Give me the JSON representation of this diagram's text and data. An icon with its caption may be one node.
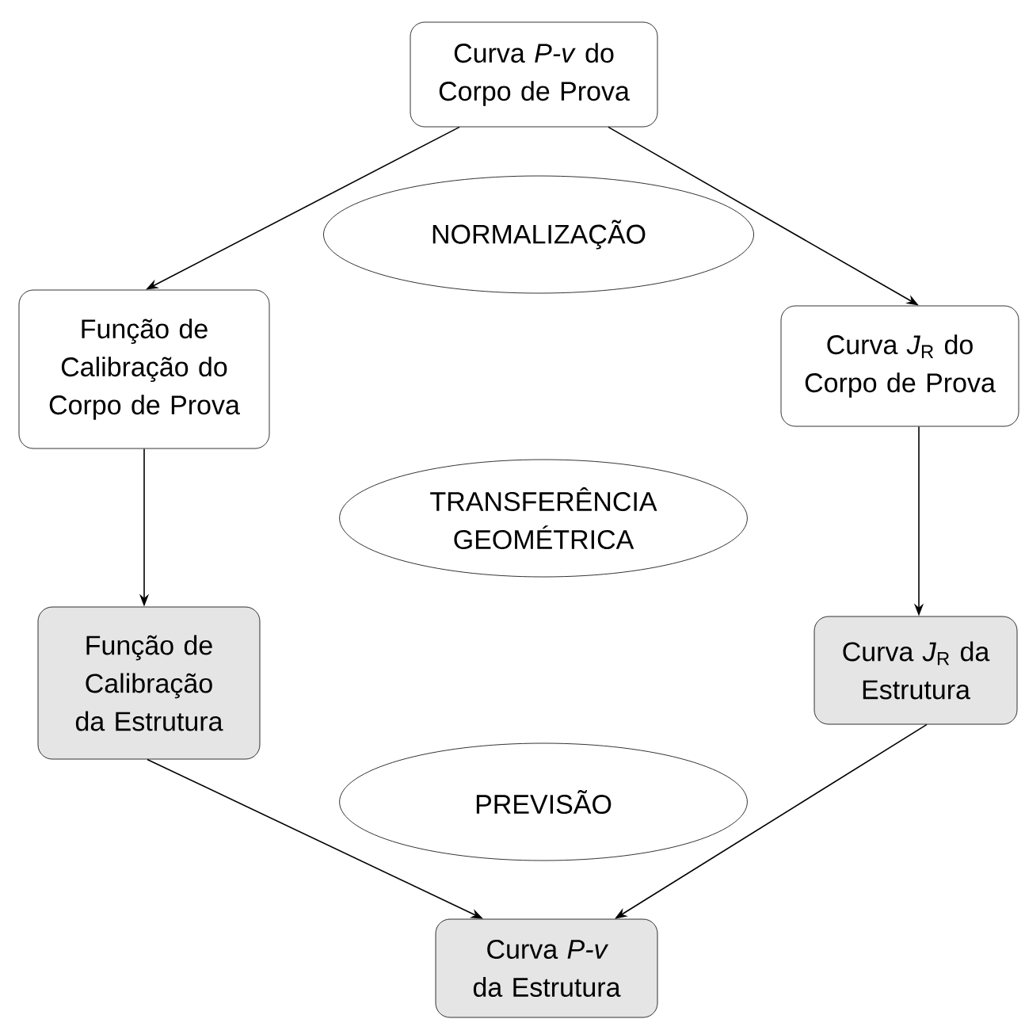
{
  "diagram": {
    "nodes": [
      {
        "text": [
          "Curva *P-v* do Corpo de Prova"
        ]
      },
      {
        "text": [
          "NORMALIZAÇÃO"
        ]
      },
      {
        "text": [
          "Função de Calibração do Corpo de Prova"
        ]
      },
      {
        "text": [
          "Curva *J*$_{R}$ do Corpo de Prova"
        ]
      },
      {
        "text": [
          "TRANSFERÊNCIA GEOMÉTRICA"
        ]
      },
      {
        "text": [
          "Função de Calibração da Estrutura"
        ]
      },
      {
        "text": [
          "Curva *J*$_{R}$ da Estrutura"
        ]
      },
      {
        "text": [
          "PREVISÃO"
        ]
      },
      {
        "text": [
          "Curva *P-v* da Estrutura"
        ]
      }
    ],
    "edges": [
      {
        "from": 0,
        "to": 2,
        "arrow": "to"
      },
      {
        "from": 0,
        "to": 3,
        "arrow": "to"
      },
      {
        "from": 2,
        "to": 5,
        "arrow": "to"
      },
      {
        "from": 3,
        "to": 6,
        "arrow": "to"
      },
      {
        "from": 5,
        "to": 8,
        "arrow": "to"
      },
      {
        "from": 6,
        "to": 8,
        "arrow": "to"
      }
    ]
  }
}
